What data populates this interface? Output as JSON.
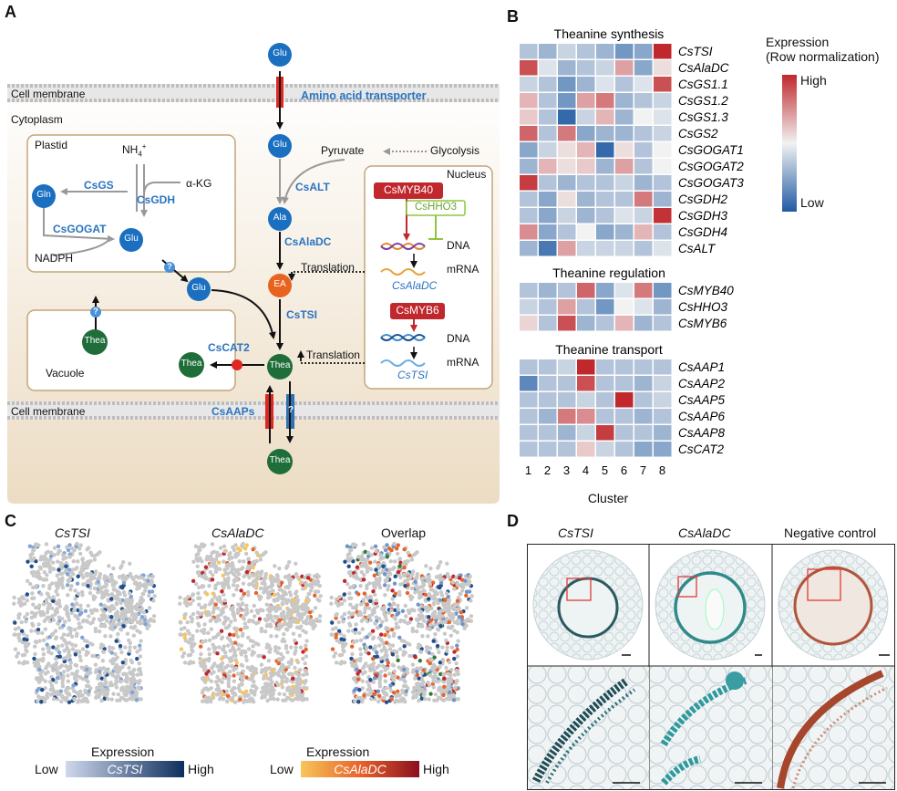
{
  "letters": {
    "a": "A",
    "b": "B",
    "c": "C",
    "d": "D"
  },
  "panelA": {
    "cell_membrane": "Cell membrane",
    "cytoplasm": "Cytoplasm",
    "plastid": "Plastid",
    "vacuole": "Vacuole",
    "nucleus": "Nucleus",
    "amino_acid_transporter": "Amino acid transporter",
    "nh4": "NH",
    "nh4_sub": "4",
    "nh4_sup": "+",
    "a_kg": "α-KG",
    "nadph": "NADPH",
    "pyruvate": "Pyruvate",
    "glycolysis": "Glycolysis",
    "cs_gs": "CsGS",
    "cs_gdh": "CsGDH",
    "cs_gogat": "CsGOGAT",
    "cs_alt": "CsALT",
    "cs_aladc": "CsAlaDC",
    "cs_tsi": "CsTSI",
    "cs_cat2": "CsCAT2",
    "cs_aaps": "CsAAPs",
    "translation": "Translation",
    "dna": "DNA",
    "mrna": "mRNA",
    "aladc_mrna": "CsAlaDC",
    "tsi_mrna": "CsTSI",
    "myb40": "CsMYB40",
    "hho3": "CsHHO3",
    "myb6": "CsMYB6",
    "glu": "Glu",
    "gln": "Gln",
    "ala": "Ala",
    "ea": "EA",
    "thea": "Thea",
    "q": "?"
  },
  "panelB": {
    "legend_title_1": "Expression",
    "legend_title_2": "(Row normalization)",
    "legend_high": "High",
    "legend_low": "Low",
    "cluster_label": "Cluster",
    "clusters": [
      "1",
      "2",
      "3",
      "4",
      "5",
      "6",
      "7",
      "8"
    ],
    "groups": [
      {
        "title": "Theanine synthesis",
        "genes": [
          "CsTSI",
          "CsAlaDC",
          "CsGS1.1",
          "CsGS1.2",
          "CsGS1.3",
          "CsGS2",
          "CsGOGAT1",
          "CsGOGAT2",
          "CsGOGAT3",
          "CsGDH2",
          "CsGDH3",
          "CsGDH4",
          "CsALT"
        ]
      },
      {
        "title": "Theanine regulation",
        "genes": [
          "CsMYB40",
          "CsHHO3",
          "CsMYB6"
        ]
      },
      {
        "title": "Theanine transport",
        "genes": [
          "CsAAP1",
          "CsAAP2",
          "CsAAP5",
          "CsAAP6",
          "CsAAP8",
          "CsCAT2"
        ]
      }
    ],
    "values": [
      [
        -0.3,
        -0.4,
        -0.2,
        -0.3,
        -0.4,
        -0.6,
        -0.5,
        1.0
      ],
      [
        0.8,
        -0.1,
        -0.4,
        -0.3,
        -0.2,
        0.4,
        -0.5,
        0.1
      ],
      [
        -0.2,
        -0.3,
        -0.6,
        -0.4,
        -0.1,
        -0.3,
        -0.1,
        0.8
      ],
      [
        0.3,
        -0.3,
        -0.6,
        0.4,
        0.6,
        -0.4,
        -0.3,
        -0.2
      ],
      [
        0.2,
        -0.3,
        -0.9,
        -0.2,
        0.3,
        -0.4,
        0.0,
        -0.1
      ],
      [
        0.7,
        -0.3,
        0.6,
        -0.5,
        -0.4,
        -0.4,
        -0.3,
        -0.2
      ],
      [
        -0.5,
        -0.2,
        0.1,
        0.3,
        -0.9,
        0.1,
        -0.3,
        0.0
      ],
      [
        -0.4,
        0.3,
        0.1,
        0.2,
        -0.4,
        0.4,
        -0.3,
        0.0
      ],
      [
        0.9,
        -0.3,
        -0.4,
        -0.3,
        -0.3,
        -0.2,
        -0.4,
        -0.3
      ],
      [
        -0.3,
        -0.5,
        0.1,
        -0.4,
        -0.3,
        -0.3,
        0.6,
        -0.4
      ],
      [
        -0.3,
        -0.5,
        -0.2,
        -0.4,
        -0.3,
        -0.1,
        -0.2,
        0.95
      ],
      [
        0.5,
        -0.5,
        -0.3,
        0.0,
        -0.5,
        -0.4,
        0.3,
        -0.3
      ],
      [
        -0.4,
        -0.8,
        0.4,
        -0.2,
        -0.2,
        -0.2,
        -0.3,
        -0.1
      ],
      [
        -0.3,
        -0.4,
        -0.3,
        0.7,
        -0.5,
        -0.1,
        0.6,
        -0.6
      ],
      [
        -0.2,
        -0.3,
        0.4,
        -0.3,
        -0.6,
        0.0,
        -0.1,
        -0.4
      ],
      [
        0.15,
        -0.3,
        0.8,
        -0.4,
        -0.3,
        0.3,
        -0.4,
        -0.3
      ],
      [
        -0.3,
        -0.3,
        -0.2,
        1.0,
        -0.3,
        -0.3,
        -0.3,
        -0.3
      ],
      [
        -0.7,
        -0.3,
        -0.3,
        0.8,
        -0.3,
        -0.3,
        -0.4,
        -0.2
      ],
      [
        -0.3,
        -0.3,
        -0.3,
        -0.2,
        -0.3,
        1.0,
        -0.3,
        -0.2
      ],
      [
        -0.3,
        -0.4,
        0.6,
        0.5,
        -0.3,
        -0.3,
        -0.4,
        -0.3
      ],
      [
        -0.3,
        -0.3,
        -0.4,
        -0.2,
        0.9,
        -0.3,
        -0.3,
        -0.4
      ],
      [
        -0.3,
        -0.3,
        -0.3,
        0.2,
        -0.2,
        -0.3,
        -0.5,
        -0.5
      ]
    ],
    "colors": {
      "high": "#c0282d",
      "mid": "#f2f2f2",
      "low": "#1f5aa3"
    }
  },
  "panelC": {
    "titles": [
      "CsTSI",
      "CsAlaDC",
      "Overlap"
    ],
    "legend1": {
      "title": "Expression",
      "low": "Low",
      "gene": "CsTSI",
      "high": "High",
      "color_low": "#cfd8ec",
      "color_high": "#0d2f5e"
    },
    "legend2": {
      "title": "Expression",
      "low": "Low",
      "gene": "CsAlaDC",
      "high": "High",
      "color_low": "#f7c55a",
      "color_high": "#8a1020"
    }
  },
  "panelD": {
    "titles": [
      "CsTSI",
      "CsAlaDC",
      "Negative control"
    ]
  }
}
